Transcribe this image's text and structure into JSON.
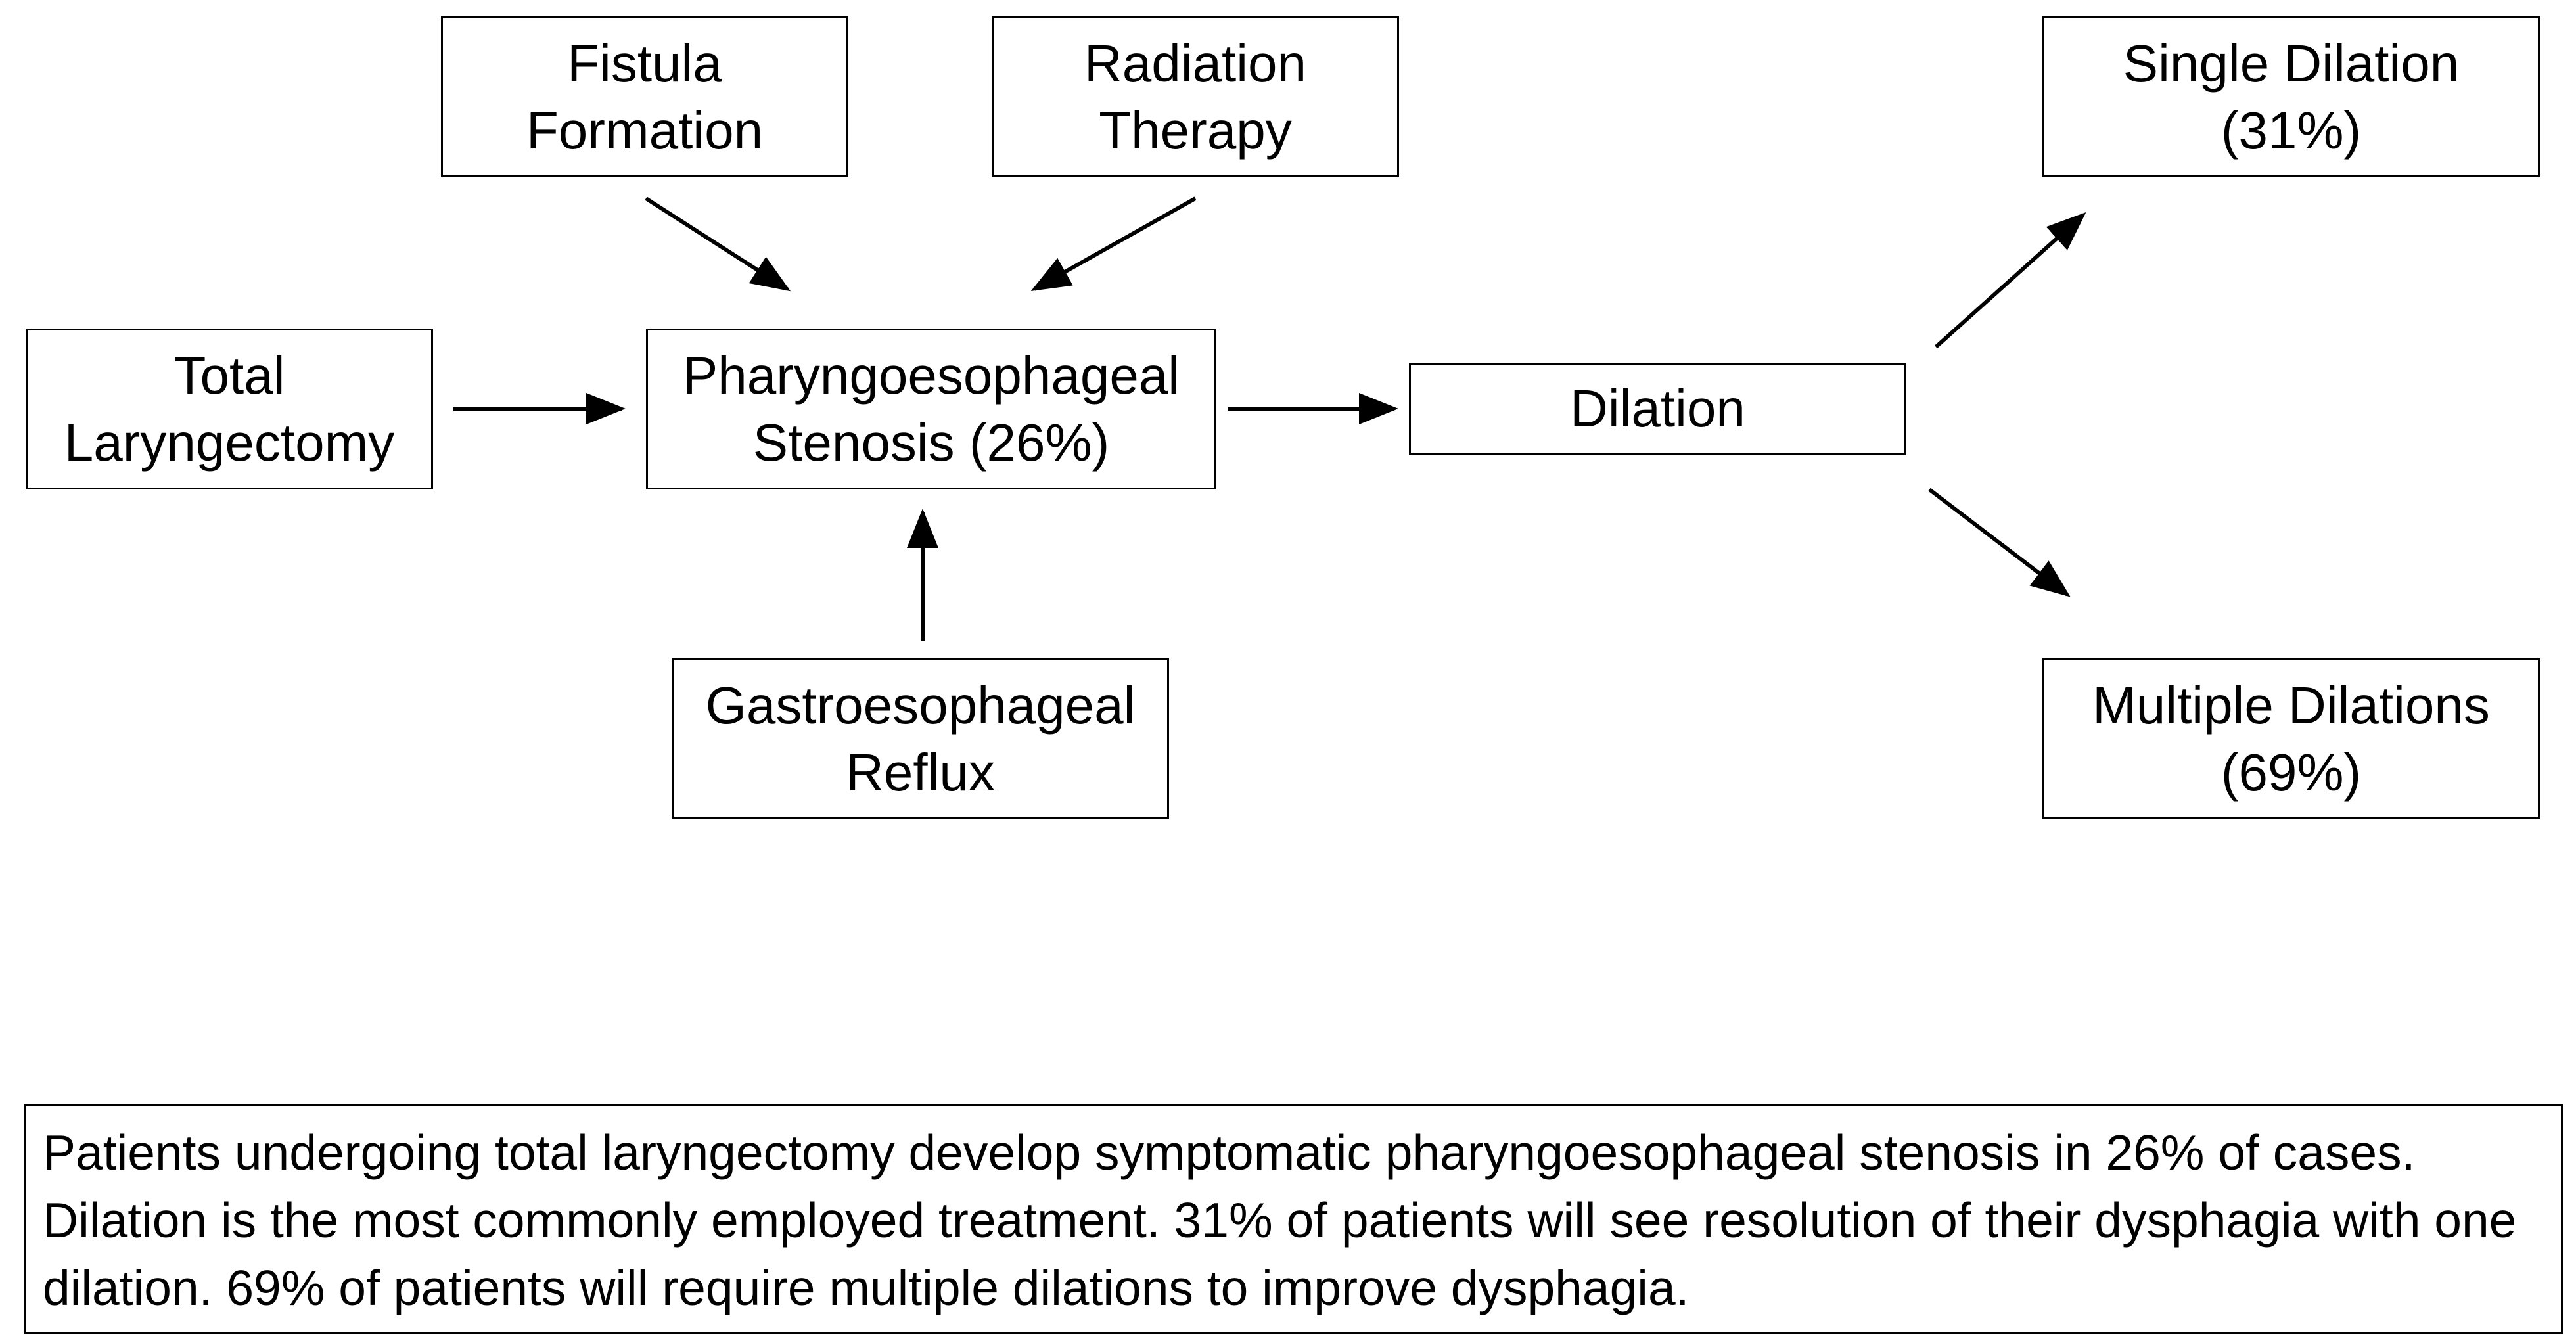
{
  "diagram": {
    "nodes": {
      "fistula": "Fistula\nFormation",
      "radiation": "Radiation\nTherapy",
      "laryngectomy": "Total\nLaryngectomy",
      "stenosis": "Pharyngoesophageal\nStenosis (26%)",
      "dilation": "Dilation",
      "reflux": "Gastroesophageal\nReflux",
      "single": "Single Dilation\n(31%)",
      "multiple": "Multiple Dilations\n(69%)"
    },
    "edges": [
      {
        "from": "fistula",
        "to": "stenosis"
      },
      {
        "from": "radiation",
        "to": "stenosis"
      },
      {
        "from": "laryngectomy",
        "to": "stenosis"
      },
      {
        "from": "reflux",
        "to": "stenosis"
      },
      {
        "from": "stenosis",
        "to": "dilation"
      },
      {
        "from": "dilation",
        "to": "single"
      },
      {
        "from": "dilation",
        "to": "multiple"
      }
    ],
    "summary": "Patients undergoing total laryngectomy develop symptomatic pharyngoesophageal stenosis in 26% of cases.  Dilation is the most commonly employed treatment.  31% of patients will see resolution of their dysphagia with one dilation.  69% of patients will require multiple dilations to improve dysphagia."
  }
}
